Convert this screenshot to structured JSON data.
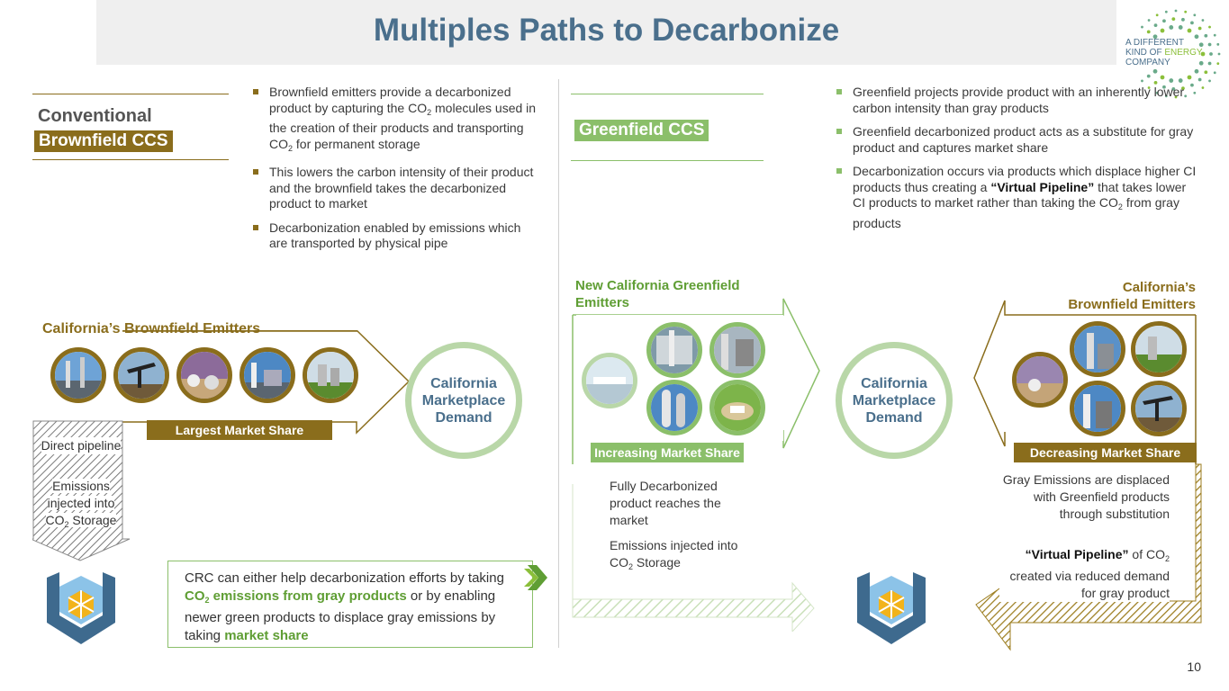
{
  "title": "Multiples Paths to Decarbonize",
  "logo": {
    "line1": "A DIFFERENT",
    "line2a": "KIND OF ",
    "line2b": "ENERGY",
    "line3": "COMPANY"
  },
  "left": {
    "heading1": "Conventional",
    "heading2": "Brownfield CCS",
    "bullets": [
      {
        "pre": "Brownfield emitters provide a decarbonized product by capturing the CO",
        "sub": "2",
        "post": " molecules used in the creation of their products and transporting CO",
        "sub2": "2",
        "post2": " for permanent storage"
      },
      {
        "text": "This lowers the carbon intensity of their product and the brownfield takes the decarbonized product to market"
      },
      {
        "text": "Decarbonization enabled by emissions which are transported by physical pipe"
      }
    ],
    "emitters_title": "California’s Brownfield Emitters",
    "market_share": "Largest Market Share",
    "market_circle": [
      "California",
      "Marketplace",
      "Demand"
    ],
    "pipe_label1": "Direct pipeline",
    "pipe_label2a": "Emissions injected into CO",
    "pipe_label2sub": "2",
    "pipe_label2b": " Storage",
    "crc_box": {
      "t1": "CRC can either help decarbonization efforts by taking ",
      "g1": "CO",
      "g1sub": "2",
      "g1b": " emissions from gray products",
      "t2": " or by enabling newer green products to displace gray emissions by taking ",
      "g2": "market share"
    }
  },
  "right": {
    "heading": "Greenfield CCS",
    "bullets": [
      {
        "text": "Greenfield projects provide product with an inherently lower carbon intensity than gray products"
      },
      {
        "text": "Greenfield decarbonized product acts as a substitute for gray product and captures market share"
      },
      {
        "pre": "Decarbonization occurs via products which displace higher CI products thus creating a ",
        "bold": "“Virtual Pipeline”",
        "post": " that takes lower CI products to market rather than taking the CO",
        "sub": "2",
        "post2": " from gray products"
      }
    ],
    "green_title": "New California Greenfield Emitters",
    "brown_title1": "California’s",
    "brown_title2": "Brownfield Emitters",
    "market_circle": [
      "California",
      "Marketplace",
      "Demand"
    ],
    "increasing": "Increasing  Market Share",
    "decreasing": "Decreasing Market Share",
    "fully": "Fully Decarbonized product reaches the market",
    "emis_a": "Emissions injected into CO",
    "emis_sub": "2",
    "emis_b": " Storage",
    "gray": "Gray Emissions are displaced with Greenfield products through substitution",
    "vp_bold": "“Virtual Pipeline”",
    "vp_a": " of CO",
    "vp_sub": "2",
    "vp_b": " created via reduced demand for gray product"
  },
  "page_number": "10",
  "colors": {
    "gold": "#8a6d1c",
    "green": "#5f9e34",
    "light_green": "#b9d7a8",
    "blue": "#4a6f8c"
  }
}
